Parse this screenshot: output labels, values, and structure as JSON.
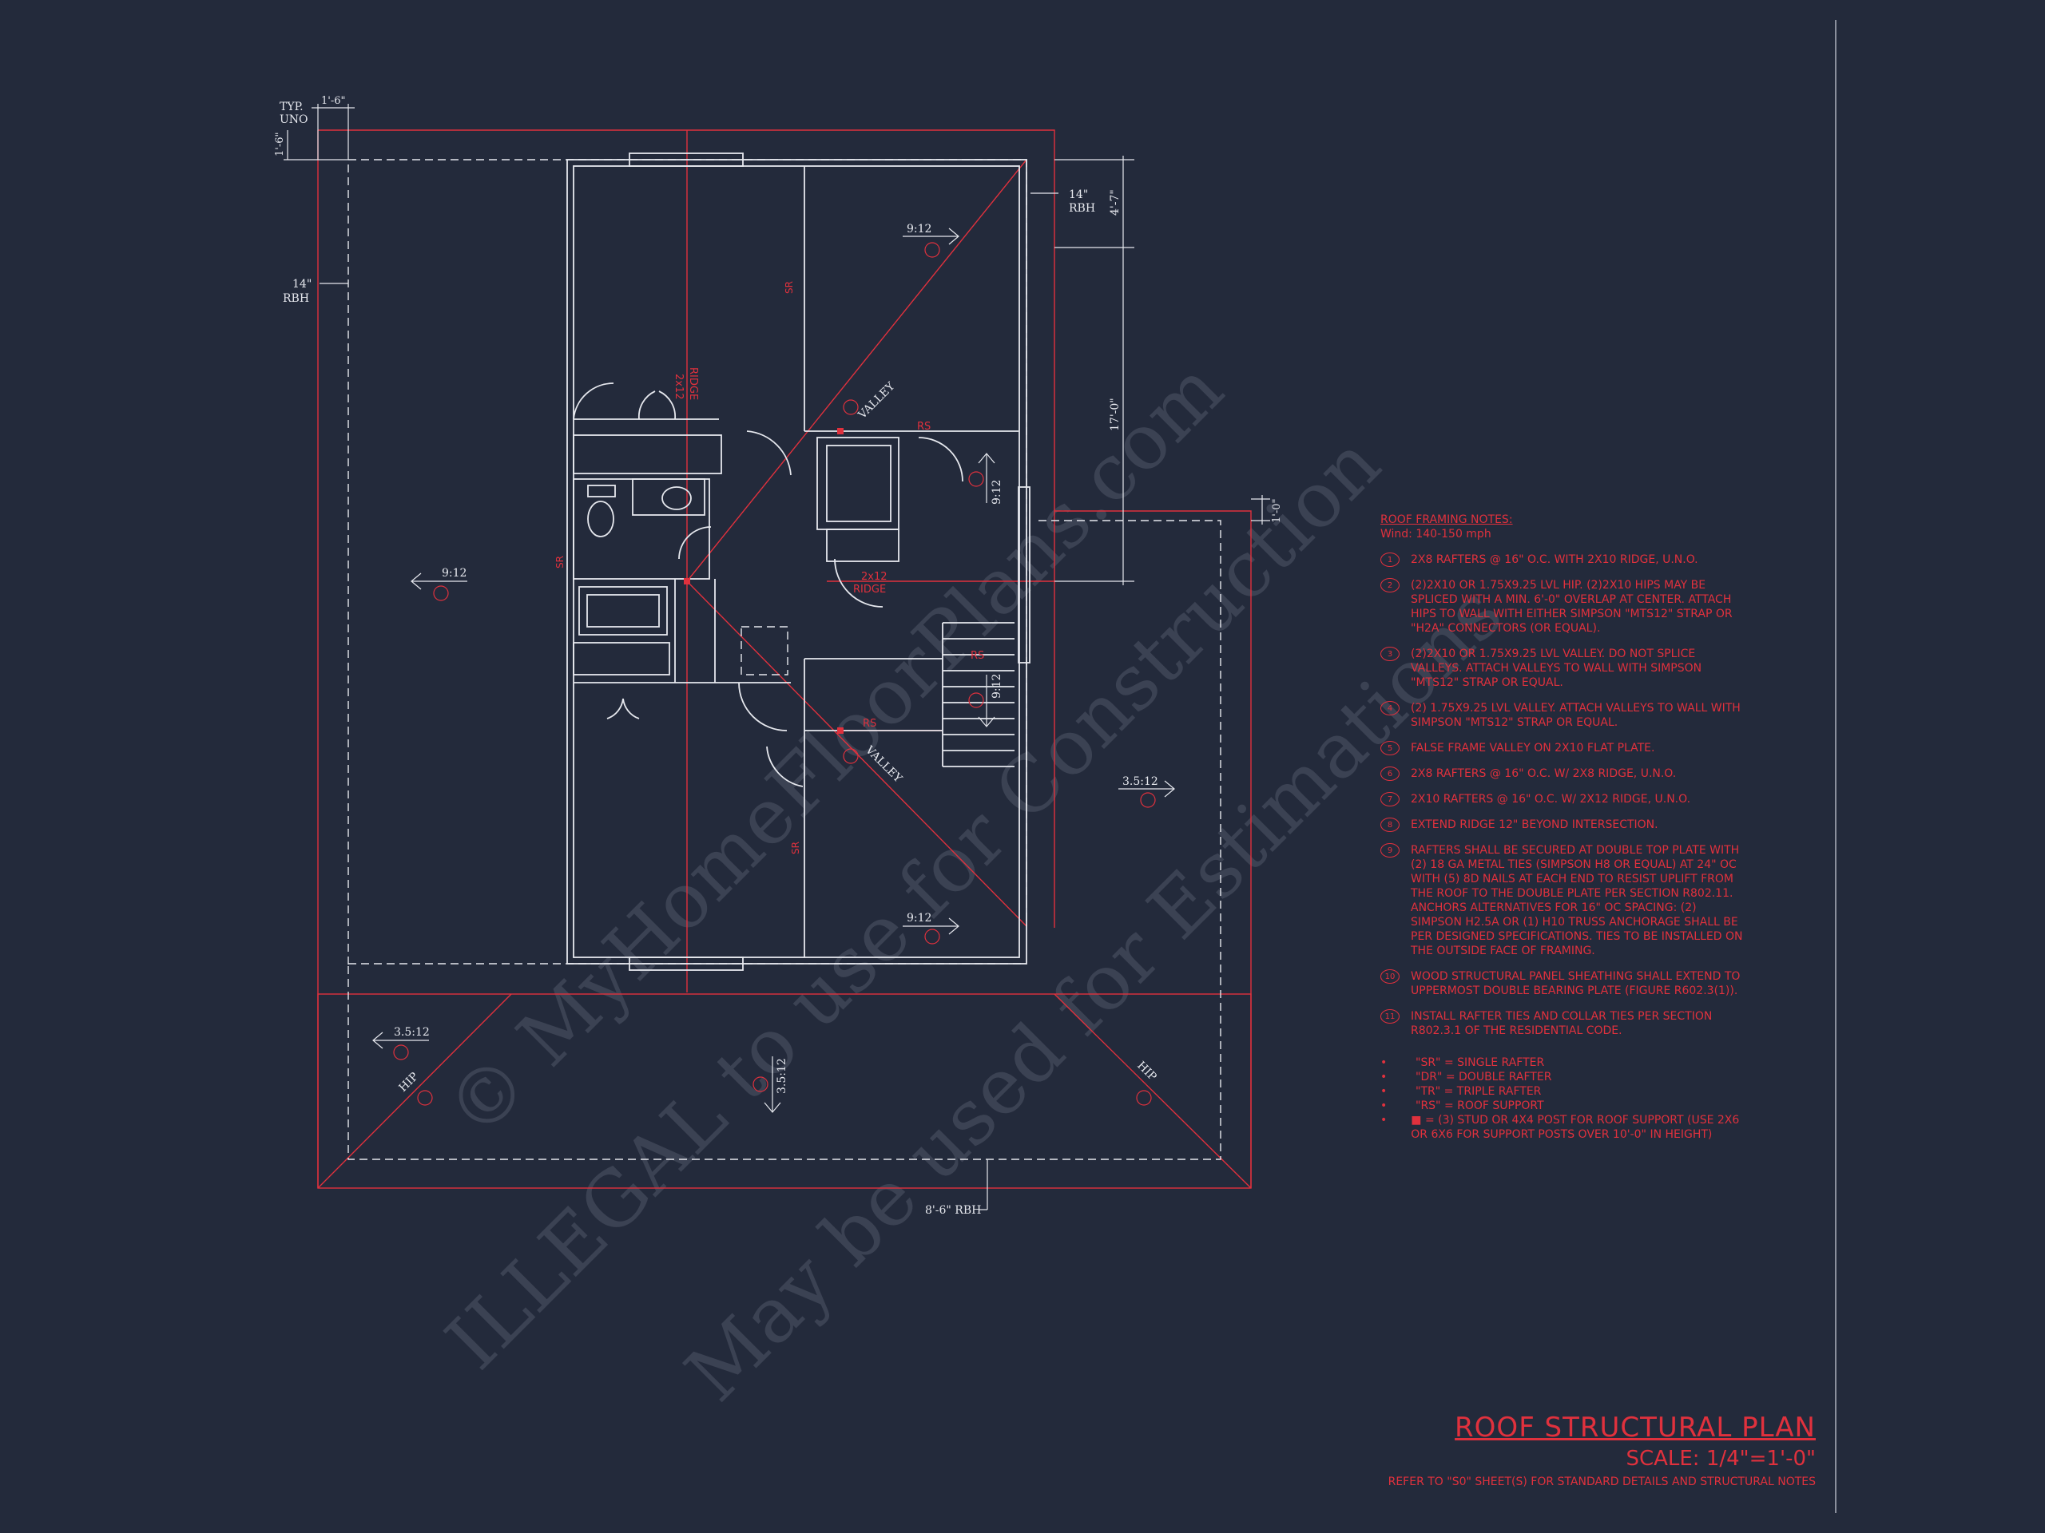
{
  "title": "ROOF STRUCTURAL PLAN",
  "scale": "SCALE: 1/4\"=1'-0\"",
  "refer_note": "REFER TO \"S0\" SHEET(S) FOR STANDARD DETAILS AND STRUCTURAL NOTES",
  "notes": {
    "header": "ROOF FRAMING NOTES:",
    "wind": "Wind: 140-150 mph",
    "items": [
      {
        "num": "1",
        "text": "2x8 RAFTERS @ 16\" O.C. WITH 2x10 RIDGE, U.N.O."
      },
      {
        "num": "2",
        "text": "(2)2x10 OR 1.75x9.25 LVL HIP. (2)2x10 HIPS MAY BE SPLICED WITH A MIN. 6'-0\" OVERLAP AT CENTER. ATTACH HIPS TO WALL WITH EITHER SIMPSON \"MTS12\" STRAP OR \"H2A\" CONNECTORS (OR EQUAL)."
      },
      {
        "num": "3",
        "text": "(2)2x10 OR 1.75x9.25 LVL VALLEY. DO NOT SPLICE VALLEYS. ATTACH VALLEYS TO WALL WITH SIMPSON \"MTS12\" STRAP OR EQUAL."
      },
      {
        "num": "4",
        "text": "(2) 1.75x9.25 LVL VALLEY. ATTACH VALLEYS TO WALL WITH SIMPSON \"MTS12\" STRAP OR EQUAL."
      },
      {
        "num": "5",
        "text": "FALSE FRAME VALLEY ON 2x10 FLAT PLATE."
      },
      {
        "num": "6",
        "text": "2x8 RAFTERS @ 16\" O.C. W/ 2x8 RIDGE, U.N.O."
      },
      {
        "num": "7",
        "text": "2x10 RAFTERS @ 16\" O.C. W/ 2x12 RIDGE, U.N.O."
      },
      {
        "num": "8",
        "text": "EXTEND RIDGE 12\" BEYOND INTERSECTION."
      },
      {
        "num": "9",
        "text": "RAFTERS SHALL BE SECURED AT DOUBLE TOP PLATE WITH (2) 18 GA METAL TIES (SIMPSON H8 OR EQUAL) AT 24\" OC WITH (5) 8d NAILS AT EACH END TO RESIST UPLIFT FROM THE ROOF TO THE DOUBLE PLATE PER SECTION R802.11. ANCHORS ALTERNATIVES FOR 16\" OC SPACING: (2) SIMPSON H2.5A OR (1) H10 TRUSS ANCHORAGE SHALL BE PER DESIGNED SPECIFICATIONS. TIES TO BE INSTALLED ON THE OUTSIDE FACE OF FRAMING."
      },
      {
        "num": "10",
        "text": "WOOD STRUCTURAL PANEL SHEATHING SHALL EXTEND TO UPPERMOST DOUBLE BEARING PLATE (FIGURE R602.3(1))."
      },
      {
        "num": "11",
        "text": "INSTALL RAFTER TIES AND COLLAR TIES PER SECTION R802.3.1 OF THE RESIDENTIAL CODE."
      }
    ],
    "legend": [
      {
        "text": "\"SR\" = SINGLE RAFTER"
      },
      {
        "text": "\"DR\" = DOUBLE RAFTER"
      },
      {
        "text": "\"TR\" = TRIPLE RAFTER"
      },
      {
        "text": "\"RS\" = ROOF SUPPORT"
      },
      {
        "text": "■ = (3) STUD OR 4x4 POST FOR ROOF SUPPORT (USE 2x6 OR 6x6 FOR SUPPORT POSTS OVER 10'-0\" IN HEIGHT)"
      }
    ]
  },
  "dims": {
    "typ": "TYP.",
    "uno": "UNO",
    "overhang_h": "1'-6\"",
    "overhang_v": "1'-6\"",
    "rbh_left_a": "14\"",
    "rbh_left_b": "RBH",
    "rbh_top_a": "14\"",
    "rbh_top_b": "RBH",
    "dim_4_7": "4'-7\"",
    "dim_17_0": "17'-0\"",
    "dim_1_0": "1'-0\"",
    "rbh_bottom": "8'-6\" RBH"
  },
  "pitches": {
    "p1": "9:12",
    "p2": "9:12",
    "p3": "9:12",
    "p4": "9:12",
    "p5": "9:12",
    "p6": "3.5:12",
    "p7": "3.5:12",
    "p8": "3.5:12"
  },
  "labels": {
    "valley": "VALLEY",
    "hip": "HIP",
    "ridge_2x12": "2x12",
    "ridge_word": "RIDGE",
    "sr": "SR",
    "rs": "RS"
  },
  "watermark": {
    "line1": "© MyHomeFloorPlans.com",
    "line2": "ILLEGAL to use for Construction",
    "line3": "May be used for Estimations"
  },
  "colors": {
    "background": "#232a3b",
    "red": "#e0313d",
    "white": "#e6e8ee"
  }
}
